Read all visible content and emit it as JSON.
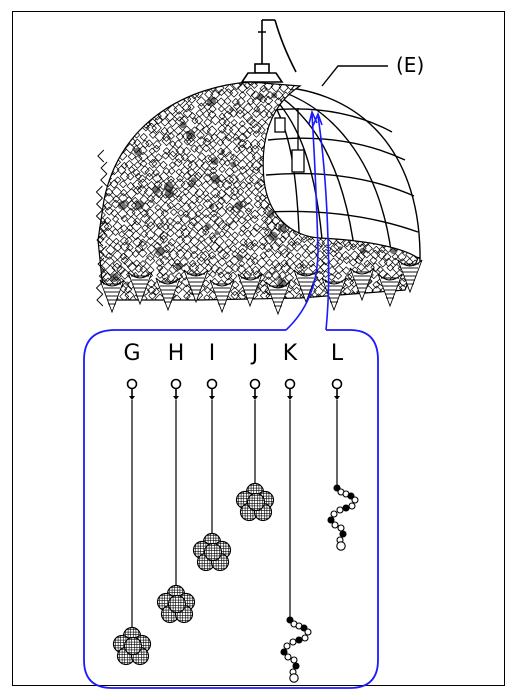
{
  "callout_label": "(E)",
  "hooks": [
    {
      "letter": "G",
      "ornament": "flower"
    },
    {
      "letter": "H",
      "ornament": "flower"
    },
    {
      "letter": "I",
      "ornament": "flower"
    },
    {
      "letter": "J",
      "ornament": "flower"
    },
    {
      "letter": "K",
      "ornament": "bead-chain"
    },
    {
      "letter": "L",
      "ornament": "bead-chain"
    }
  ],
  "colors": {
    "line": "#000000",
    "callout": "#1a1aff",
    "background": "#ffffff"
  }
}
